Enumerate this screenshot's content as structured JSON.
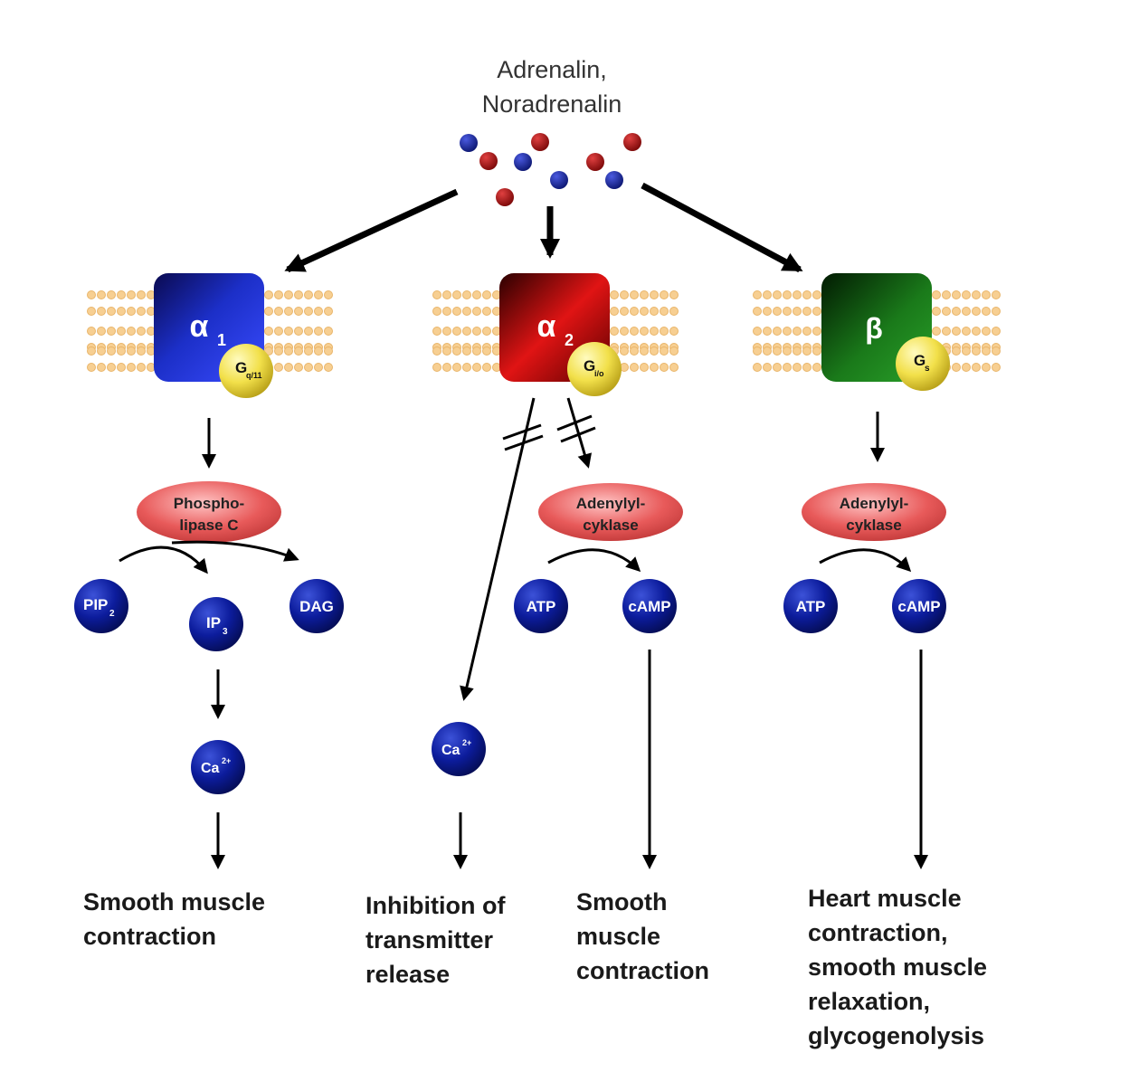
{
  "title": {
    "line1": "Adrenalin,",
    "line2": "Noradrenalin"
  },
  "colors": {
    "alpha1_receptor": "#1c2fc8",
    "alpha2_receptor": "#c01010",
    "beta_receptor": "#1a7a1a",
    "g_protein": "#f2e04a",
    "enzyme": "#e85a5a",
    "molecule": "#0a1a9a",
    "adrenalin_dot": "#9a0c0c",
    "noradrenalin_dot": "#1a2a9a",
    "membrane": "#f5c98a"
  },
  "columns": {
    "alpha1": {
      "receptor": "α",
      "receptor_sub": "1",
      "gprotein": "G",
      "gprotein_sub": "q/11",
      "enzyme_line1": "Phospho-",
      "enzyme_line2": "lipase C",
      "substrate": "PIP",
      "substrate_sub": "2",
      "product1": "IP",
      "product1_sub": "3",
      "product2": "DAG",
      "ion": "Ca",
      "ion_sup": "2+",
      "outcome": "Smooth muscle\ncontraction"
    },
    "alpha2": {
      "receptor": "α",
      "receptor_sub": "2",
      "gprotein": "G",
      "gprotein_sub": "i/o",
      "enzyme_line1": "Adenylyl-",
      "enzyme_line2": "cyklase",
      "substrate": "ATP",
      "product": "cAMP",
      "ion": "Ca",
      "ion_sup": "2+",
      "outcome_left": "Inhibition of\ntransmitter\nrelease",
      "outcome_right": "Smooth\nmuscle\ncontraction"
    },
    "beta": {
      "receptor": "β",
      "gprotein": "G",
      "gprotein_sub": "s",
      "enzyme_line1": "Adenylyl-",
      "enzyme_line2": "cyklase",
      "substrate": "ATP",
      "product": "cAMP",
      "outcome": "Heart muscle\ncontraction,\nsmooth muscle\nrelaxation,\nglycogenolysis"
    }
  }
}
